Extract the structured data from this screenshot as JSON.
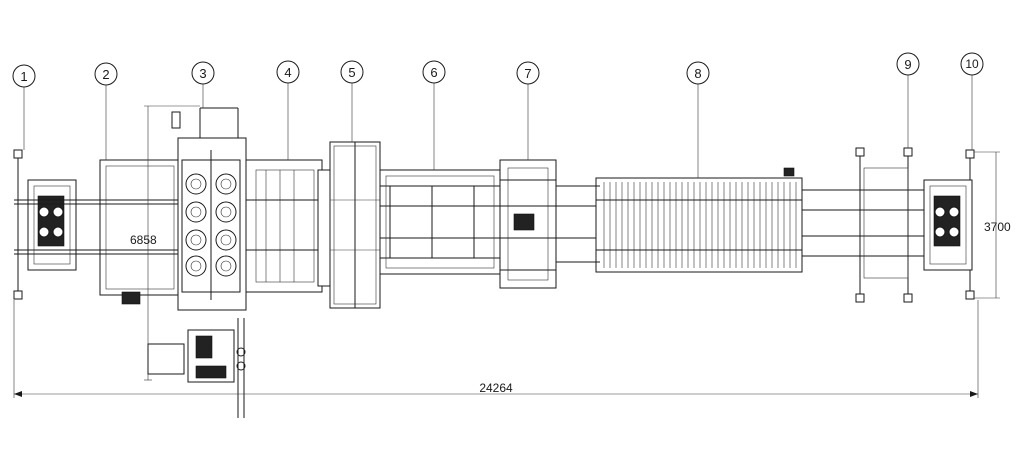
{
  "drawing": {
    "stations": [
      {
        "id": "1",
        "label": "1"
      },
      {
        "id": "2",
        "label": "2"
      },
      {
        "id": "3",
        "label": "3"
      },
      {
        "id": "4",
        "label": "4"
      },
      {
        "id": "5",
        "label": "5"
      },
      {
        "id": "6",
        "label": "6"
      },
      {
        "id": "7",
        "label": "7"
      },
      {
        "id": "8",
        "label": "8"
      },
      {
        "id": "9",
        "label": "9"
      },
      {
        "id": "10",
        "label": "10"
      }
    ],
    "dimensions": {
      "total_length": "24264",
      "height": "6858",
      "width": "3700"
    }
  }
}
